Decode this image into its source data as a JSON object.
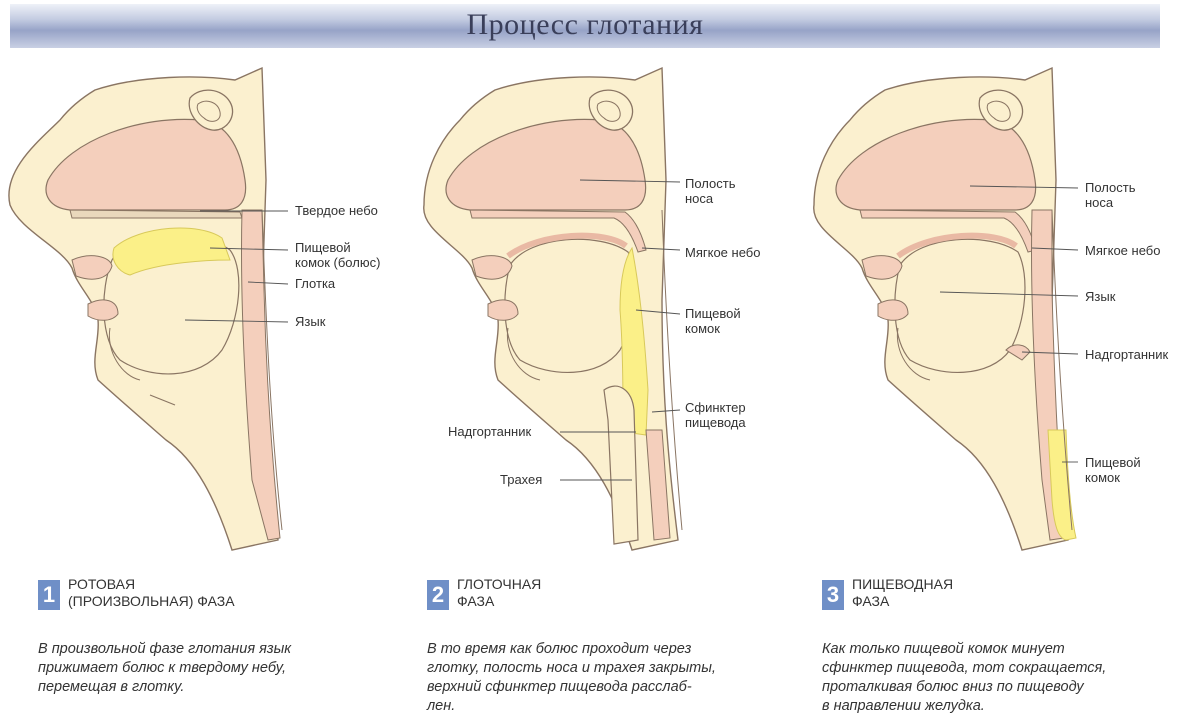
{
  "title": "Процесс глотания",
  "colors": {
    "skin": "#fbf0cf",
    "mucosa": "#f4cfbc",
    "outline": "#8a7563",
    "bolus": "#fbf088",
    "badge": "#6f8fc7"
  },
  "panels": [
    {
      "phase_number": "1",
      "phase_title_lines": [
        "РОТОВАЯ",
        "(ПРОИЗВОЛЬНАЯ) ФАЗА"
      ],
      "labels": {
        "hard_palate": "Твердое небо",
        "bolus_line1": "Пищевой",
        "bolus_line2": "комок (болюс)",
        "pharynx": "Глотка",
        "tongue": "Язык"
      },
      "description_lines": [
        "В произвольной фазе глотания язык",
        "прижимает болюс к твердому небу,",
        "перемещая в глотку."
      ]
    },
    {
      "phase_number": "2",
      "phase_title_lines": [
        "ГЛОТОЧНАЯ",
        "ФАЗА"
      ],
      "labels": {
        "nasal_cavity_line1": "Полость",
        "nasal_cavity_line2": "носа",
        "soft_palate": "Мягкое небо",
        "bolus_line1": "Пищевой",
        "bolus_line2": "комок",
        "sphincter_line1": "Сфинктер",
        "sphincter_line2": "пищевода",
        "epiglottis": "Надгортанник",
        "trachea": "Трахея"
      },
      "description_lines": [
        "В то время как болюс проходит через",
        "глотку, полость носа и трахея закрыты,",
        "верхний сфинктер пищевода расслаб-",
        "лен."
      ]
    },
    {
      "phase_number": "3",
      "phase_title_lines": [
        "ПИЩЕВОДНАЯ",
        "ФАЗА"
      ],
      "labels": {
        "nasal_cavity_line1": "Полость",
        "nasal_cavity_line2": "носа",
        "soft_palate": "Мягкое небо",
        "tongue": "Язык",
        "epiglottis": "Надгортанник",
        "bolus_line1": "Пищевой",
        "bolus_line2": "комок"
      },
      "description_lines": [
        "Как только пищевой комок минует",
        "сфинктер пищевода, тот сокращается,",
        "проталкивая болюс вниз по пищеводу",
        "в направлении желудка."
      ]
    }
  ]
}
